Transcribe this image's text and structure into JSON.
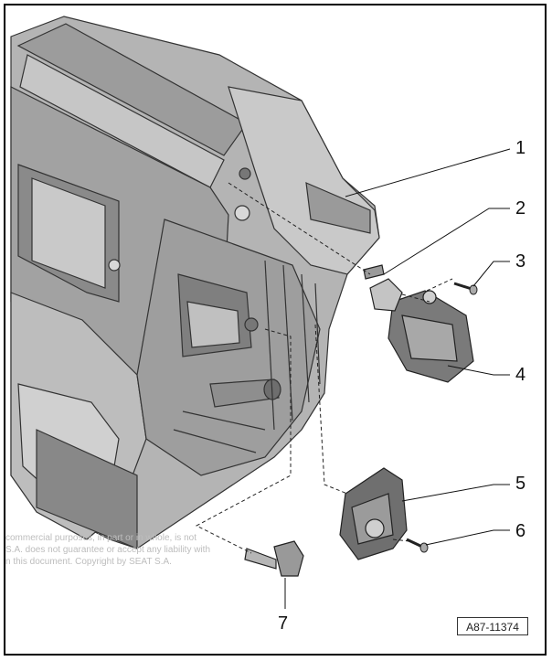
{
  "diagram": {
    "callouts": [
      "1",
      "2",
      "3",
      "4",
      "5",
      "6",
      "7"
    ],
    "reference_code": "A87-11374",
    "copyright_text": "commercial purposes, in part or in whole, is not\nS.A. does not guarantee or accept any liability with\nn this document. Copyright by SEAT S.A.",
    "colors": {
      "housing": "#a9a9a9",
      "housing_dark": "#7e7e7e",
      "housing_light": "#cfcfcf",
      "line": "#222222"
    }
  }
}
